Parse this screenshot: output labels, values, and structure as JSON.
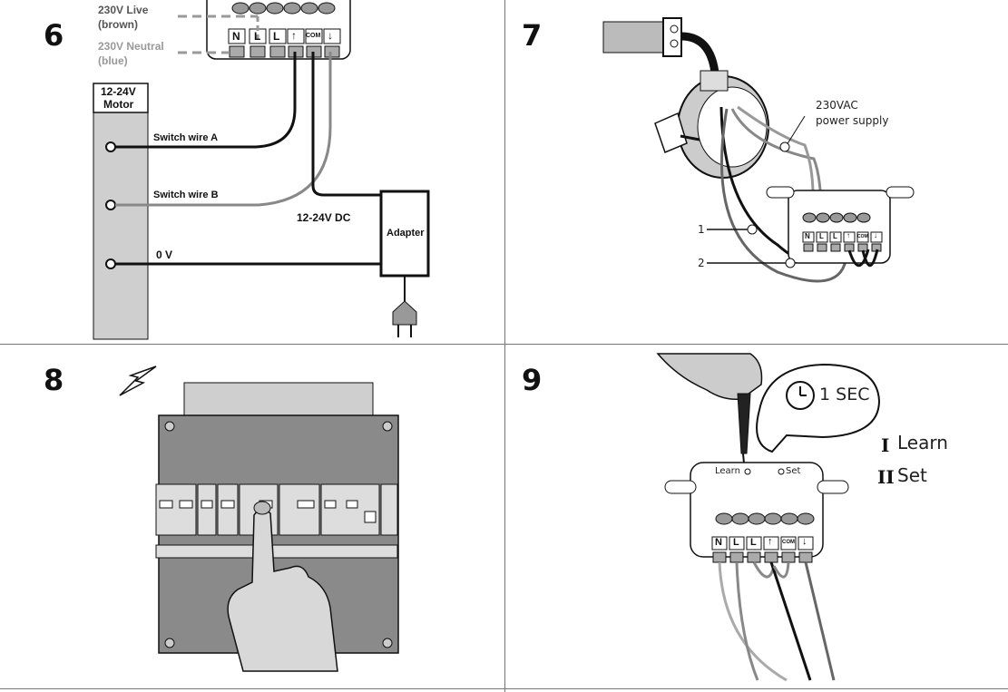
{
  "steps": [
    "6",
    "7",
    "8",
    "9"
  ],
  "panel6": {
    "live_label": "230V Live",
    "live_sub": "(brown)",
    "neutral_label": "230V Neutral",
    "neutral_sub": "(blue)",
    "motor_label_1": "12-24V",
    "motor_label_2": "Motor",
    "switch_a": "Switch wire A",
    "switch_b": "Switch wire B",
    "zero_v": "0 V",
    "dc_label": "12-24V DC",
    "adapter": "Adapter",
    "terminals": [
      "N",
      "L",
      "L",
      "↑",
      "COM",
      "↓"
    ]
  },
  "panel7": {
    "power_1": "230VAC",
    "power_2": "power supply",
    "wire_1": "1",
    "wire_2": "2",
    "terminals": [
      "N",
      "L",
      "L",
      "↑",
      "COM",
      "↓"
    ]
  },
  "panel9": {
    "bubble": "1 SEC",
    "learn_btn": "Learn",
    "set_btn": "Set",
    "legend_1_mark": "I",
    "legend_1": "Learn",
    "legend_2_mark": "II",
    "legend_2": "Set",
    "terminals": [
      "N",
      "L",
      "L",
      "↑",
      "COM",
      "↓"
    ]
  },
  "colors": {
    "line": "#111111",
    "grey_wire": "#888888",
    "panel_grey": "#cfcfcf",
    "dark_grey": "#8a8a8a"
  }
}
